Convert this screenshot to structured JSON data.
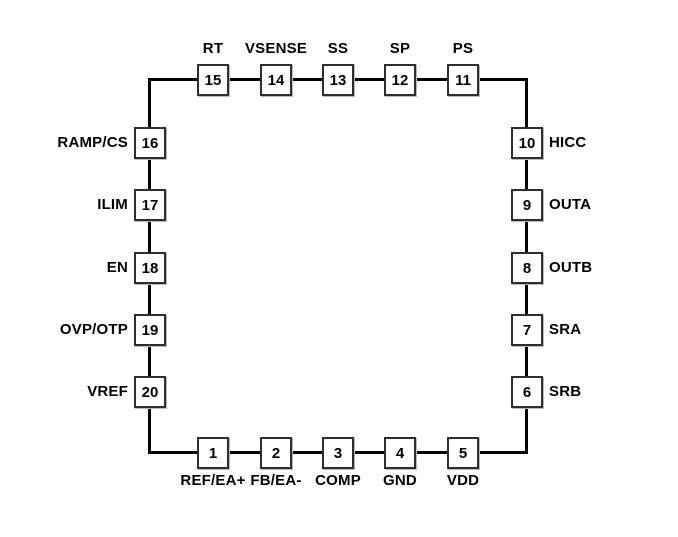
{
  "diagram": {
    "type": "ic-pinout",
    "pin_count": 20,
    "colors": {
      "background": "#ffffff",
      "outline": "#000000",
      "pin_box_border": "#2e2e2e",
      "pin_box_fill": "#ffffff",
      "pin_box_shadow": "#b9b9b9",
      "text": "#000000"
    },
    "pins": {
      "top": [
        {
          "number": "15",
          "label": "RT"
        },
        {
          "number": "14",
          "label": "VSENSE"
        },
        {
          "number": "13",
          "label": "SS"
        },
        {
          "number": "12",
          "label": "SP"
        },
        {
          "number": "11",
          "label": "PS"
        }
      ],
      "left": [
        {
          "number": "16",
          "label": "RAMP/CS"
        },
        {
          "number": "17",
          "label": "ILIM"
        },
        {
          "number": "18",
          "label": "EN"
        },
        {
          "number": "19",
          "label": "OVP/OTP"
        },
        {
          "number": "20",
          "label": "VREF"
        }
      ],
      "right": [
        {
          "number": "10",
          "label": "HICC"
        },
        {
          "number": "9",
          "label": "OUTA"
        },
        {
          "number": "8",
          "label": "OUTB"
        },
        {
          "number": "7",
          "label": "SRA"
        },
        {
          "number": "6",
          "label": "SRB"
        }
      ],
      "bottom": [
        {
          "number": "1",
          "label": "REF/EA+"
        },
        {
          "number": "2",
          "label": "FB/EA-"
        },
        {
          "number": "3",
          "label": "COMP"
        },
        {
          "number": "4",
          "label": "GND"
        },
        {
          "number": "5",
          "label": "VDD"
        }
      ]
    }
  }
}
